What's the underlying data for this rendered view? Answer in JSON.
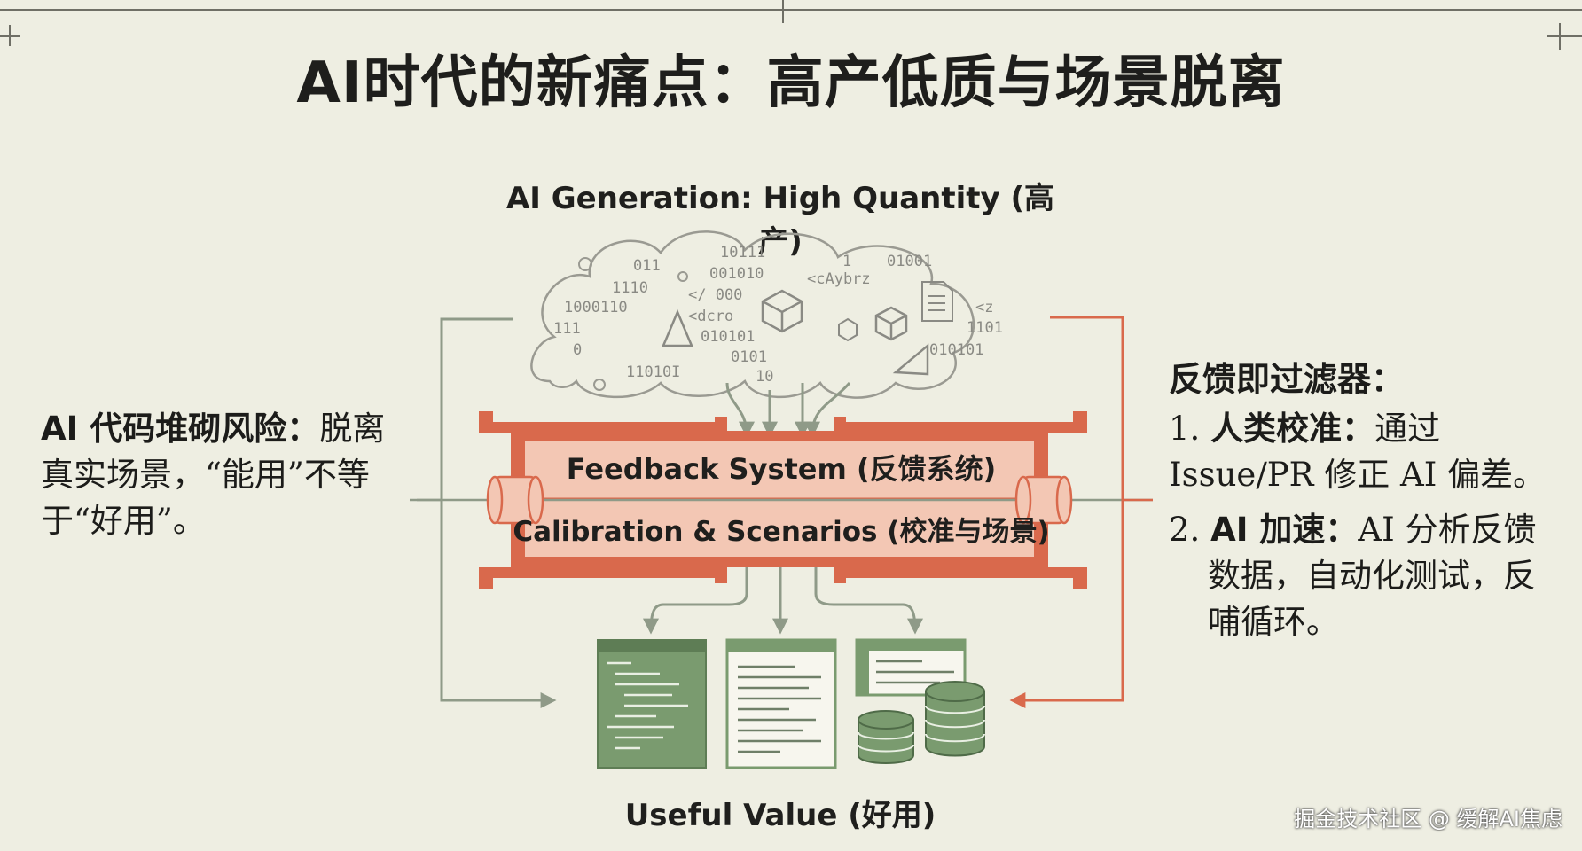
{
  "title": "AI时代的新痛点：高产低质与场景脱离",
  "generation": {
    "label": "AI Generation: High Quantity (高产)",
    "cloud_fragments": [
      "011",
      "10111",
      "01001",
      "1110",
      "001010",
      "1000110",
      "</ 000",
      "<dcro",
      "<cAybrz",
      "111",
      "010101",
      "1101",
      "0",
      "0101",
      "010101",
      "11010I",
      "10",
      "1",
      "<z"
    ]
  },
  "filter": {
    "line1": "Feedback System (反馈系统)",
    "line2": "Calibration & Scenarios (校准与场景)"
  },
  "left_note": {
    "bold": "AI 代码堆砌风险：",
    "text": "脱离真实场景，“能用”不等于“好用”。"
  },
  "right_note": {
    "heading": "反馈即过滤器：",
    "item1_num": "1.",
    "item1_bold": "人类校准：",
    "item1_text": "通过 Issue/PR 修正 AI 偏差。",
    "item2_num": "2.",
    "item2_bold": "AI 加速：",
    "item2_text": "AI 分析反馈数据，自动化测试，反哺循环。"
  },
  "output": {
    "label": "Useful Value (好用)"
  },
  "watermark": "掘金技术社区 @ 缓解AI焦虑",
  "colors": {
    "background": "#eeeee2",
    "filter_frame": "#d9694c",
    "filter_fill": "#f3c7b4",
    "green": "#7a9b6f",
    "arrow_grey": "#8f9a88",
    "arrow_orange": "#d9694c"
  }
}
